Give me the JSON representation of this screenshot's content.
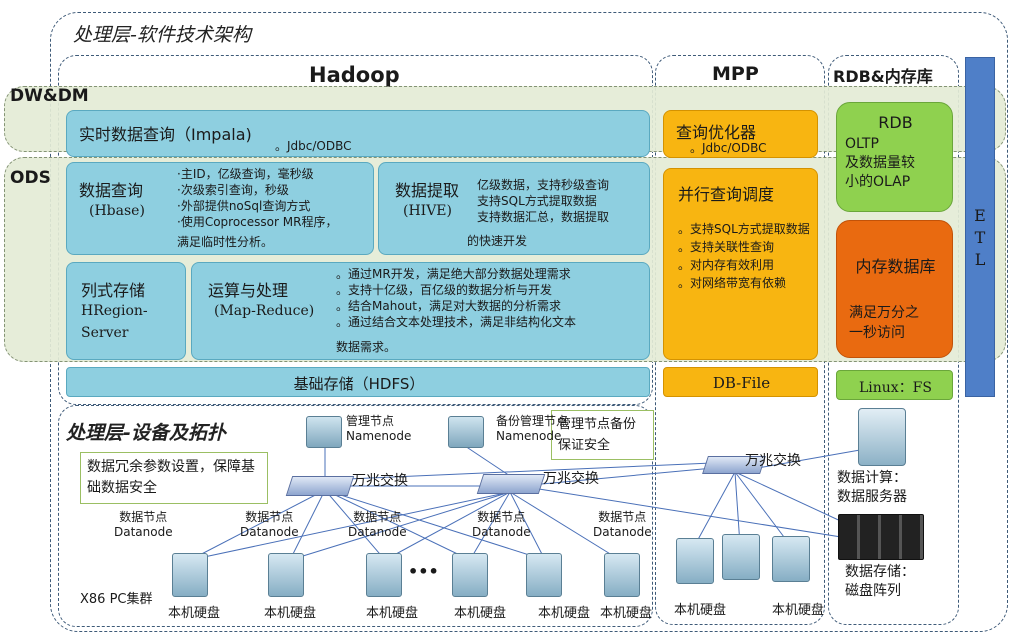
{
  "headings": {
    "software_title": "处理层-软件技术架构",
    "device_title": "处理层-设备及拓扑",
    "hadoop": "Hadoop",
    "mpp": "MPP",
    "rdb": "RDB&内存库",
    "dwdm": "DW&DM",
    "ods": "ODS",
    "etl": [
      "E",
      "T",
      "L"
    ]
  },
  "hadoop": {
    "impala_title": "实时数据查询（Impala)",
    "impala_sub": "。Jdbc/ODBC",
    "hbase_title": "数据查询",
    "hbase_sub": "(Hbase)",
    "hbase_points": [
      "主ID，亿级查询，毫秒级",
      "次级索引查询，秒级",
      "外部提供noSql查询方式",
      "使用Coprocessor MR程序，"
    ],
    "hbase_tail": "满足临时性分析。",
    "hive_title": "数据提取",
    "hive_sub": "(HIVE)",
    "hive_points": [
      "亿级数据，支持秒级查询",
      "支持SQL方式提取数据",
      "支持数据汇总，数据提取"
    ],
    "hive_tail": "的快速开发",
    "col_title": "列式存储",
    "col_sub1": "HRegion-",
    "col_sub2": "Server",
    "mr_title": "运算与处理",
    "mr_sub": "(Map-Reduce)",
    "mr_points": [
      "通过MR开发，满足绝大部分数据处理需求",
      "支持十亿级，百亿级的数据分析与开发",
      "结合Mahout，满足对大数据的分析需求",
      "通过结合文本处理技术，满足非结构化文本"
    ],
    "mr_tail": "数据需求。",
    "hdfs": "基础存储（HDFS）"
  },
  "mpp": {
    "optimizer_title": "查询优化器",
    "optimizer_sub": "。Jdbc/ODBC",
    "parallel_title": "并行查询调度",
    "parallel_points": [
      "。支持SQL方式提取数据",
      "。支持关联性查询",
      "。对内存有效利用",
      "。对网络带宽有依赖"
    ],
    "dbfile": "DB-File"
  },
  "rdb": {
    "rdb_title": "RDB",
    "rdb_lines": [
      "OLTP",
      "及数据量较",
      "小的OLAP"
    ],
    "mem_title": "内存数据库",
    "mem_lines": [
      "满足万分之",
      "一秒访问"
    ],
    "linux": "Linux：FS"
  },
  "topology": {
    "note_left": "数据冗余参数设置，保障基础数据安全",
    "note_right": "管理节点备份保证安全",
    "mgmt_node": [
      "管理节点",
      "Namenode"
    ],
    "backup_node": [
      "备份管理节点",
      "Namenode"
    ],
    "switch": "万兆交换",
    "datanode": [
      "数据节点",
      "Datanode"
    ],
    "disk": "本机硬盘",
    "cluster": "X86 PC集群",
    "ellipsis": "•••",
    "compute": [
      "数据计算：",
      "数据服务器"
    ],
    "storage": [
      "数据存储：",
      "磁盘阵列"
    ]
  },
  "colors": {
    "blue_box": "#8ecfe0",
    "orange_box": "#f8b511",
    "green_box": "#8fd14f",
    "red_box": "#e96a10",
    "etl_bar": "#4f7fc8",
    "band": "#e4ecd6",
    "dash": "#3e5a78"
  }
}
